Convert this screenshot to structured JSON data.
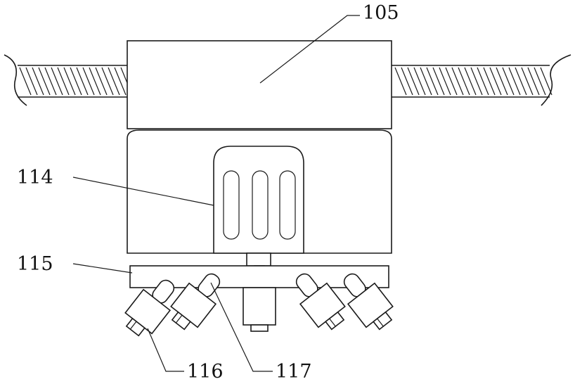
{
  "labels": {
    "top_block": "105",
    "motor": "114",
    "plate": "115",
    "nozzle_outer": "116",
    "nozzle_inner": "117"
  },
  "colors": {
    "line": "#1a1a1a",
    "background": "#ffffff"
  }
}
